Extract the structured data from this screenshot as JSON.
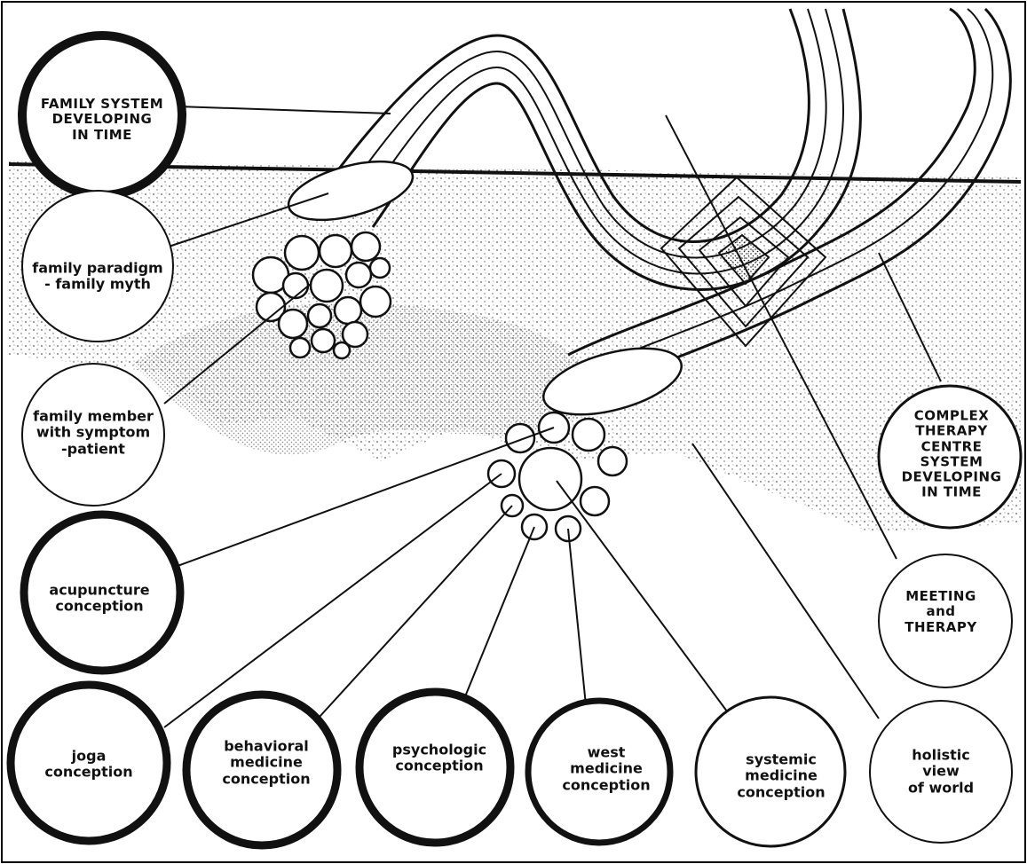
{
  "labels": {
    "family_system": "FAMILY SYSTEM\nDEVELOPING\nIN TIME",
    "family_paradigm": "family  paradigm\n- family myth",
    "family_member": "family member\nwith symptom\n-patient",
    "acupuncture": "acupuncture\nconception",
    "joga": "joga\nconception",
    "behavioral": "behavioral\nmedicine\nconception",
    "psychologic": "psychologic\nconception",
    "west": "west\nmedicine\nconception",
    "systemic": "systemic\nmedicine\nconception",
    "holistic": "holistic view\nof world",
    "complex": "COMPLEX\nTHERAPY\nCENTRE SYSTEM\nDEVELOPING\nIN TIME",
    "meeting": "MEETING\nand\nTHERAPY"
  },
  "colors": {
    "ink": "#111111",
    "paper": "#ffffff",
    "stipple": "#555555"
  }
}
